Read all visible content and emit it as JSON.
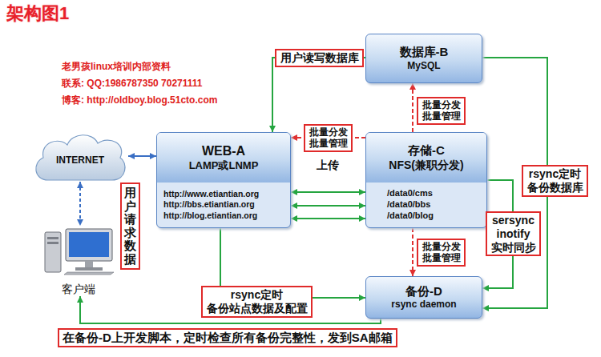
{
  "diagram": {
    "title": "架构图1",
    "nodes": [
      {
        "text": [
          "INTERNET"
        ]
      },
      {
        "text": [
          "客户端"
        ]
      },
      {
        "text": [
          "WEB-A",
          "LAMP或LNMP",
          "http://www.etiantian.org",
          "http://bbs.etiantian.org",
          "http://blog.etiantian.org"
        ]
      },
      {
        "text": [
          "数据库-B",
          "MySQL"
        ]
      },
      {
        "text": [
          "存储-C",
          "NFS(兼职分发)",
          "/data0/cms",
          "/data0/bbs",
          "/data0/blog"
        ]
      },
      {
        "text": [
          "备份-D",
          "rsync daemon"
        ]
      }
    ],
    "edges": [
      {
        "from": 0,
        "to": 1,
        "arrow": "both"
      },
      {
        "from": 0,
        "to": 2,
        "arrow": "both"
      },
      {
        "from": 2,
        "to": 3,
        "label": "用户读写数据库",
        "arrow": "both"
      },
      {
        "from": 4,
        "to": 2,
        "label": "批量分发 批量管理",
        "arrow": "to"
      },
      {
        "from": 2,
        "to": 4,
        "arrow": "both"
      },
      {
        "from": 2,
        "to": 4,
        "arrow": "both"
      },
      {
        "from": 2,
        "to": 4,
        "arrow": "both"
      },
      {
        "from": 4,
        "to": 3,
        "label": "批量分发 批量管理",
        "arrow": "to"
      },
      {
        "from": 4,
        "to": 5,
        "label": "批量分发 批量管理",
        "arrow": "to"
      },
      {
        "from": 3,
        "to": 5,
        "label": "rsync定时 备份数据库",
        "arrow": "to"
      },
      {
        "from": 4,
        "to": 5,
        "label": "sersync inotify 实时同步",
        "arrow": "to"
      },
      {
        "from": 2,
        "to": 5,
        "label": "rsync定时 备份站点数据及配置",
        "arrow": "to"
      },
      {
        "from": 5,
        "to": 1,
        "arrow": "to"
      }
    ],
    "labels": [
      "老男孩linux培训内部资料",
      "联系: QQ:1986787350 70271111",
      "博客: http://oldboy.blog.51cto.com",
      "用户请求数据",
      "上传",
      "在备份-D上开发脚本，定时检查所有备份完整性，发到SA邮箱"
    ]
  }
}
